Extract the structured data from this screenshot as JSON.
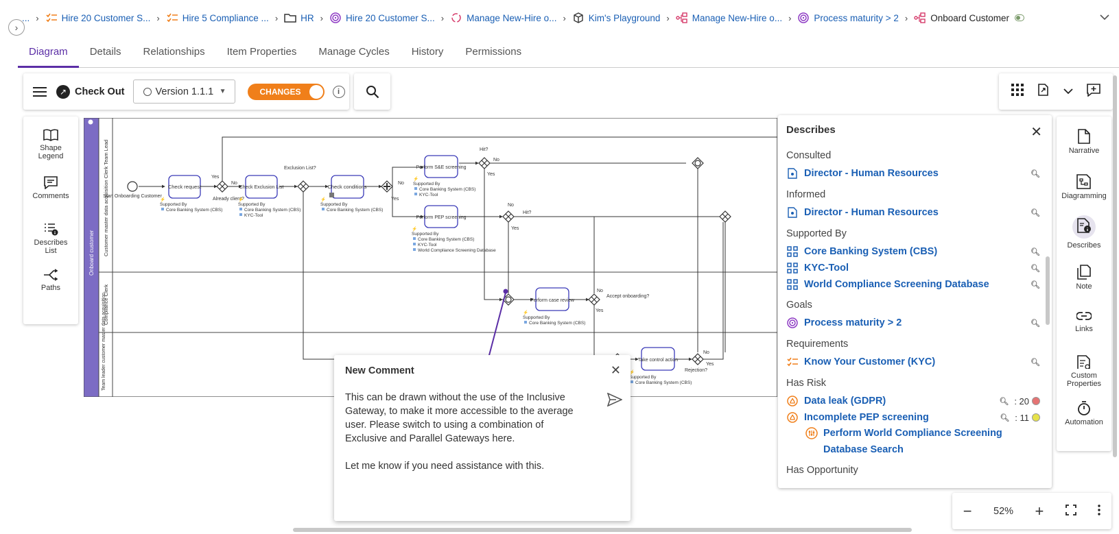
{
  "breadcrumb": {
    "items": [
      {
        "label": "...",
        "icon": "ellipsis"
      },
      {
        "label": "Hire 20 Customer S...",
        "icon": "requirement-icon"
      },
      {
        "label": "Hire 5 Compliance ...",
        "icon": "requirement-icon"
      },
      {
        "label": "HR",
        "icon": "folder-icon"
      },
      {
        "label": "Hire 20 Customer S...",
        "icon": "goal-icon"
      },
      {
        "label": "Manage New-Hire o...",
        "icon": "cycle-icon"
      },
      {
        "label": "Kim's Playground",
        "icon": "cube-icon"
      },
      {
        "label": "Manage New-Hire o...",
        "icon": "process-icon"
      },
      {
        "label": "Process maturity > 2",
        "icon": "goal-icon"
      },
      {
        "label": "Onboard Customer",
        "icon": "process-icon"
      }
    ]
  },
  "tabs": [
    "Diagram",
    "Details",
    "Relationships",
    "Item Properties",
    "Manage Cycles",
    "History",
    "Permissions"
  ],
  "toolbar": {
    "checkout": "Check Out",
    "version": "Version 1.1.1",
    "changes": "CHANGES"
  },
  "left_panel": [
    "Shape Legend",
    "Comments",
    "Describes List",
    "Paths"
  ],
  "diagram": {
    "pool": "Onboard customer",
    "lanes": [
      "Customer master data acquisition Clerk Team Lead",
      "Compliance Clerk",
      "Team leader customer master data acquisition"
    ],
    "start": "Start Onboarding Customer",
    "tasks": {
      "check_request": "Check request",
      "check_exclusion": "Check Exclusion List",
      "check_conditions": "Check conditions",
      "perform_se": "Perform S&E screening",
      "perform_pep": "Perform PEP screening",
      "case_review": "Perform case review",
      "control_action": "Take control action"
    },
    "gateway_labels": {
      "already_client": "Already client?",
      "exclusion_list": "Exclusion List?",
      "hit1": "Hit?",
      "hit2": "Hit?",
      "accept": "Accept onboarding?",
      "rejection": "Rejection?"
    },
    "flow_labels": {
      "yes": "Yes",
      "no": "No"
    },
    "supported_by": "Supported By",
    "systems": {
      "cbs": "Core Banking System (CBS)",
      "kyc": "KYC-Tool",
      "wcs": "World Compliance Screening Database"
    }
  },
  "describes": {
    "title": "Describes",
    "sections": [
      {
        "label": "Consulted",
        "items": [
          {
            "text": "Director - Human Resources",
            "icon": "role-icon"
          }
        ]
      },
      {
        "label": "Informed",
        "items": [
          {
            "text": "Director - Human Resources",
            "icon": "role-icon"
          }
        ]
      },
      {
        "label": "Supported By",
        "items": [
          {
            "text": "Core Banking System (CBS)",
            "icon": "application-icon"
          },
          {
            "text": "KYC-Tool",
            "icon": "application-icon"
          },
          {
            "text": "World Compliance Screening Database",
            "icon": "application-icon"
          }
        ]
      },
      {
        "label": "Goals",
        "items": [
          {
            "text": "Process maturity > 2",
            "icon": "goal-icon"
          }
        ]
      },
      {
        "label": "Requirements",
        "items": [
          {
            "text": "Know Your Customer (KYC)",
            "icon": "requirement-icon"
          }
        ]
      },
      {
        "label": "Has Risk",
        "items": [
          {
            "text": "Data leak (GDPR)",
            "icon": "risk-icon",
            "score": ": 20",
            "color": "#e57373"
          },
          {
            "text": "Incomplete PEP screening",
            "icon": "risk-icon",
            "score": ": 11",
            "color": "#e6e24a"
          }
        ]
      },
      {
        "label": "",
        "items": [
          {
            "text": "Perform World Compliance Screening Database Search",
            "icon": "control-icon"
          }
        ]
      },
      {
        "label": "Has Opportunity",
        "items": []
      }
    ]
  },
  "right_rail": [
    "Narrative",
    "Diagramming",
    "Describes",
    "Note",
    "Links",
    "Custom Properties",
    "Automation"
  ],
  "comment": {
    "title": "New Comment",
    "text": "This can be drawn without the use of the Inclusive Gateway, to make it more accessible to the average user. Please switch to using a combination of Exclusive and Parallel Gateways here.\n\nLet me know if you need assistance with this."
  },
  "zoom": {
    "level": "52%"
  },
  "colors": {
    "accent": "#5b2ea6",
    "link": "#1a5fb4",
    "changes": "#f07f1a",
    "pool": "#7c6cc4"
  }
}
